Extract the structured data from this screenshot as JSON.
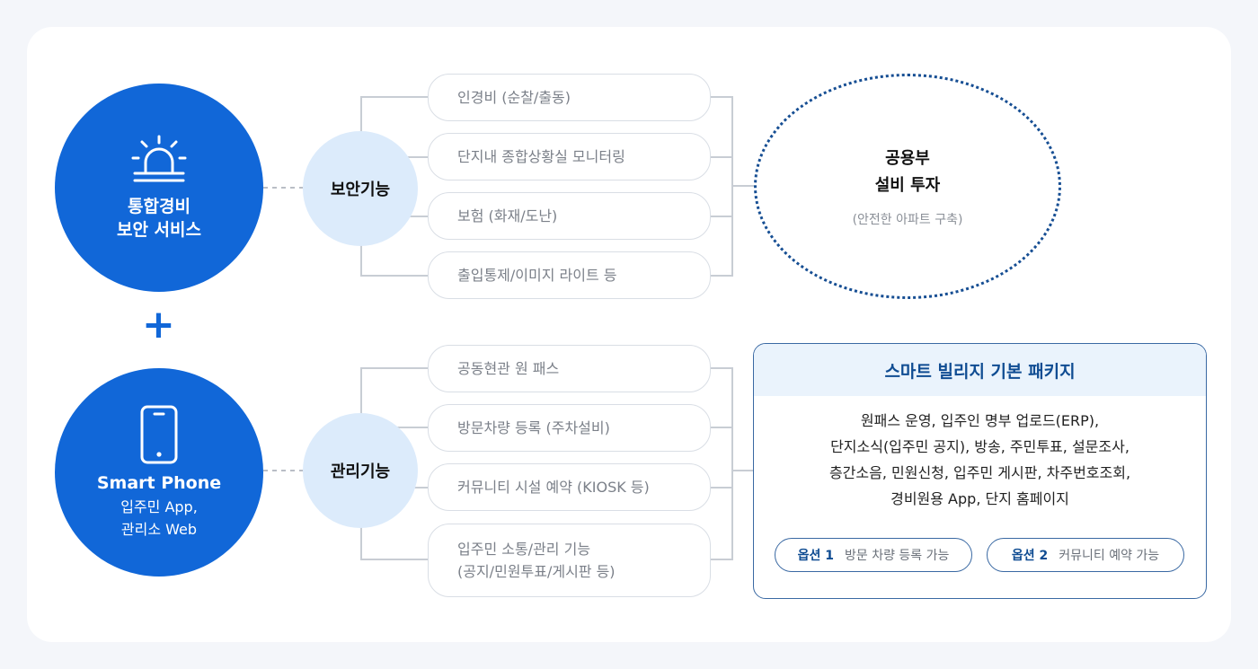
{
  "security_service": {
    "title_line1": "통합경비",
    "title_line2": "보안 서비스",
    "icon": "alarm-light-icon"
  },
  "plus_sign": "+",
  "smart_phone": {
    "title": "Smart Phone",
    "line2": "입주민 App,",
    "line3": "관리소 Web",
    "icon": "smartphone-icon"
  },
  "security_functions": {
    "label": "보안기능",
    "items": [
      "인경비 (순찰/출동)",
      "단지내 종합상황실 모니터링",
      "보험 (화재/도난)",
      "출입통제/이미지 라이트 등"
    ]
  },
  "management_functions": {
    "label": "관리기능",
    "items": [
      "공동현관 원 패스",
      "방문차량 등록 (주차설비)",
      "커뮤니티 시설 예약 (KIOSK 등)",
      "입주민 소통/관리 기능",
      "(공지/민원투표/게시판 등)"
    ]
  },
  "investment": {
    "line1": "공용부",
    "line2": "설비 투자",
    "note": "(안전한 아파트 구축)"
  },
  "package": {
    "title": "스마트 빌리지 기본 패키지",
    "lines": [
      "원패스 운영, 입주인 명부 업로드(ERP),",
      "단지소식(입주민 공지), 방송, 주민투표, 설문조사,",
      "층간소음, 민원신청, 입주민 게시판, 차주번호조회,",
      "경비원용 App, 단지 홈페이지"
    ],
    "option1": {
      "label": "옵션 1",
      "text": "방문 차량 등록 가능"
    },
    "option2": {
      "label": "옵션 2",
      "text": "커뮤니티 예약 가능"
    }
  },
  "colors": {
    "primary_blue": "#1167d8",
    "light_blue": "#dcebfb",
    "navy": "#0f4c92",
    "line_gray": "#c8cdd4"
  }
}
